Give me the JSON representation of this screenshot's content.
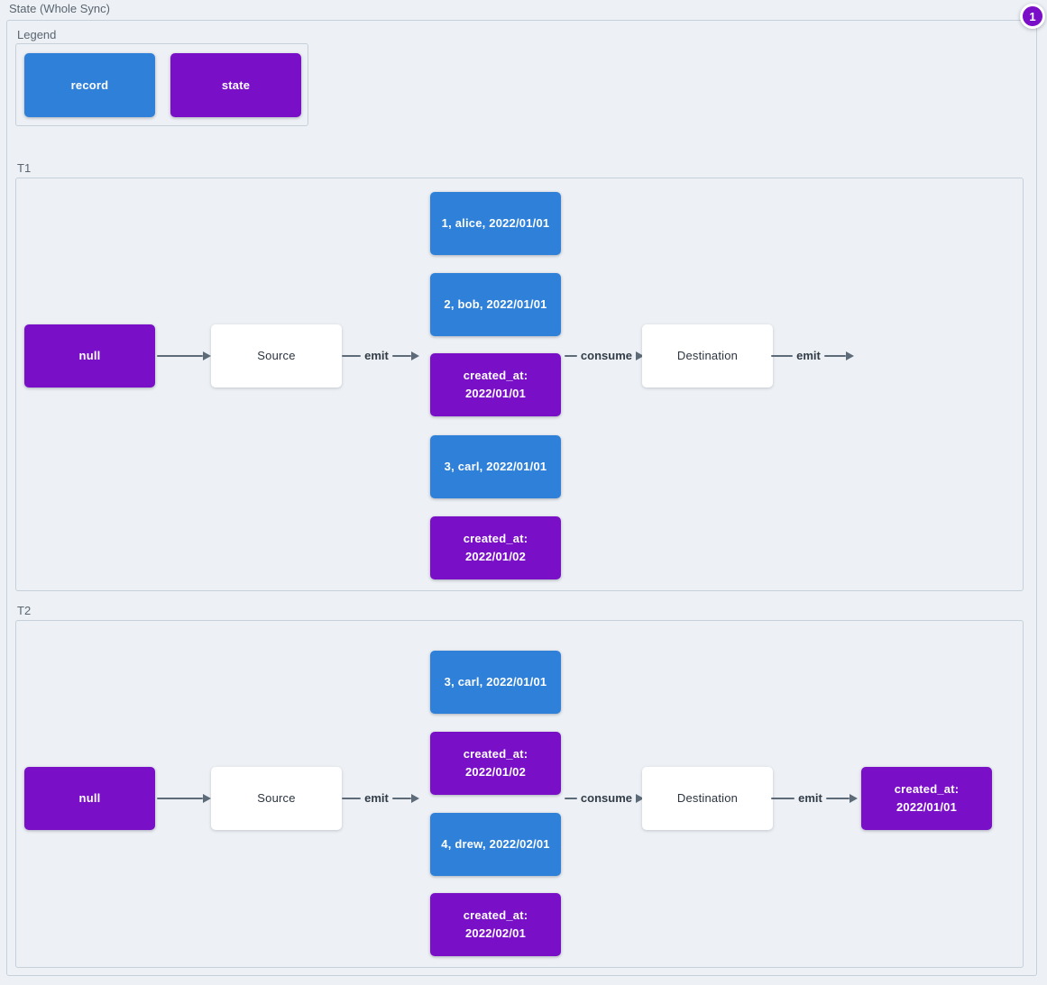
{
  "page": {
    "title": "State (Whole Sync)",
    "badge": "1"
  },
  "colors": {
    "record_blue": "#2e80d9",
    "state_purple": "#7a0fc8",
    "edge_gray": "#5d6b79",
    "background": "#edf1f5",
    "group_border": "#c6d0da"
  },
  "legend": {
    "label": "Legend",
    "items": [
      {
        "label": "record",
        "type": "record"
      },
      {
        "label": "state",
        "type": "state"
      }
    ]
  },
  "t1": {
    "label": "T1",
    "nodes": {
      "null_state": {
        "label": "null",
        "type": "state"
      },
      "source": "Source",
      "destination": "Destination"
    },
    "edge_labels": {
      "source_to_batch": "emit",
      "batch_to_destination": "consume",
      "destination_out": "emit"
    },
    "batch": [
      {
        "label": "1, alice, 2022/01/01",
        "type": "record"
      },
      {
        "label": "2, bob, 2022/01/01",
        "type": "record"
      },
      {
        "label": "created_at: 2022/01/01",
        "type": "state"
      },
      {
        "label": "3, carl, 2022/01/01",
        "type": "record"
      },
      {
        "label": "created_at: 2022/01/02",
        "type": "state"
      }
    ]
  },
  "t2": {
    "label": "T2",
    "nodes": {
      "null_state": {
        "label": "null",
        "type": "state"
      },
      "source": "Source",
      "destination": "Destination",
      "emitted_state": {
        "label": "created_at: 2022/01/01",
        "type": "state"
      }
    },
    "edge_labels": {
      "source_to_batch": "emit",
      "batch_to_destination": "consume",
      "destination_to_state": "emit"
    },
    "batch": [
      {
        "label": "3, carl, 2022/01/01",
        "type": "record"
      },
      {
        "label": "created_at: 2022/01/02",
        "type": "state"
      },
      {
        "label": "4, drew, 2022/02/01",
        "type": "record"
      },
      {
        "label": "created_at: 2022/02/01",
        "type": "state"
      }
    ]
  }
}
